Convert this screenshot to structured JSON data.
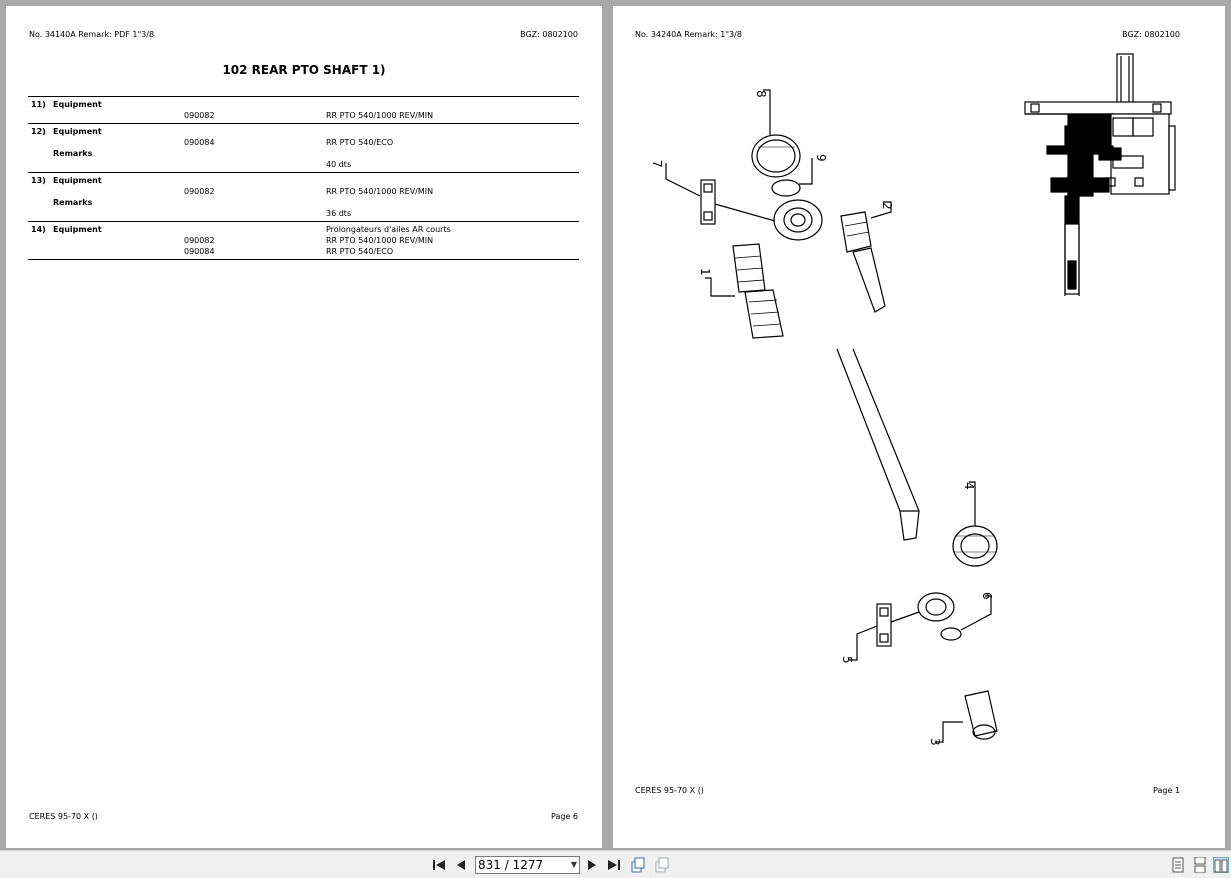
{
  "left_page": {
    "doc_no": "No. 34140A   Remark: PDF 1\"3/8",
    "bgz": "BGZ: 0802100",
    "title": "102 REAR PTO SHAFT  1)",
    "groups": [
      {
        "rows": [
          {
            "num": "11)",
            "label": "Equipment",
            "code": "",
            "desc": ""
          },
          {
            "num": "",
            "label": "",
            "code": "090082",
            "desc": "RR PTO 540/1000 REV/MIN"
          }
        ]
      },
      {
        "rows": [
          {
            "num": "12)",
            "label": "Equipment",
            "code": "",
            "desc": ""
          },
          {
            "num": "",
            "label": "",
            "code": "090084",
            "desc": "RR PTO 540/ECO"
          },
          {
            "num": "",
            "label": "Remarks",
            "code": "",
            "desc": ""
          },
          {
            "num": "",
            "label": "",
            "code": "",
            "desc": "40 dts"
          }
        ]
      },
      {
        "rows": [
          {
            "num": "13)",
            "label": "Equipment",
            "code": "",
            "desc": ""
          },
          {
            "num": "",
            "label": "",
            "code": "090082",
            "desc": "RR PTO 540/1000 REV/MIN"
          },
          {
            "num": "",
            "label": "Remarks",
            "code": "",
            "desc": ""
          },
          {
            "num": "",
            "label": "",
            "code": "",
            "desc": "36 dts"
          }
        ]
      },
      {
        "rows": [
          {
            "num": "14)",
            "label": "Equipment",
            "code": "",
            "desc": "Prolongateurs d'ailes AR courts"
          },
          {
            "num": "",
            "label": "",
            "code": "090082",
            "desc": "RR PTO 540/1000 REV/MIN"
          },
          {
            "num": "",
            "label": "",
            "code": "090084",
            "desc": "RR PTO 540/ECO"
          }
        ]
      }
    ],
    "footer_model": "CERES 95-70 X ()",
    "footer_page": "Page 6"
  },
  "right_page": {
    "doc_no": "No. 34240A   Remark: 1\"3/8",
    "bgz": "BGZ: 0802100",
    "callouts": [
      "1",
      "2",
      "3",
      "4",
      "5",
      "6",
      "7",
      "8",
      "9"
    ],
    "footer_model": "CERES 95-70 X ()",
    "footer_page": "Page 1"
  },
  "toolbar": {
    "page_indicator": "831 / 1277",
    "icons": [
      "first-page-icon",
      "prev-page-icon",
      "next-page-icon",
      "last-page-icon",
      "rotate-icon",
      "extract-icon",
      "single-page-view-icon",
      "continuous-view-icon",
      "two-page-view-icon"
    ]
  }
}
